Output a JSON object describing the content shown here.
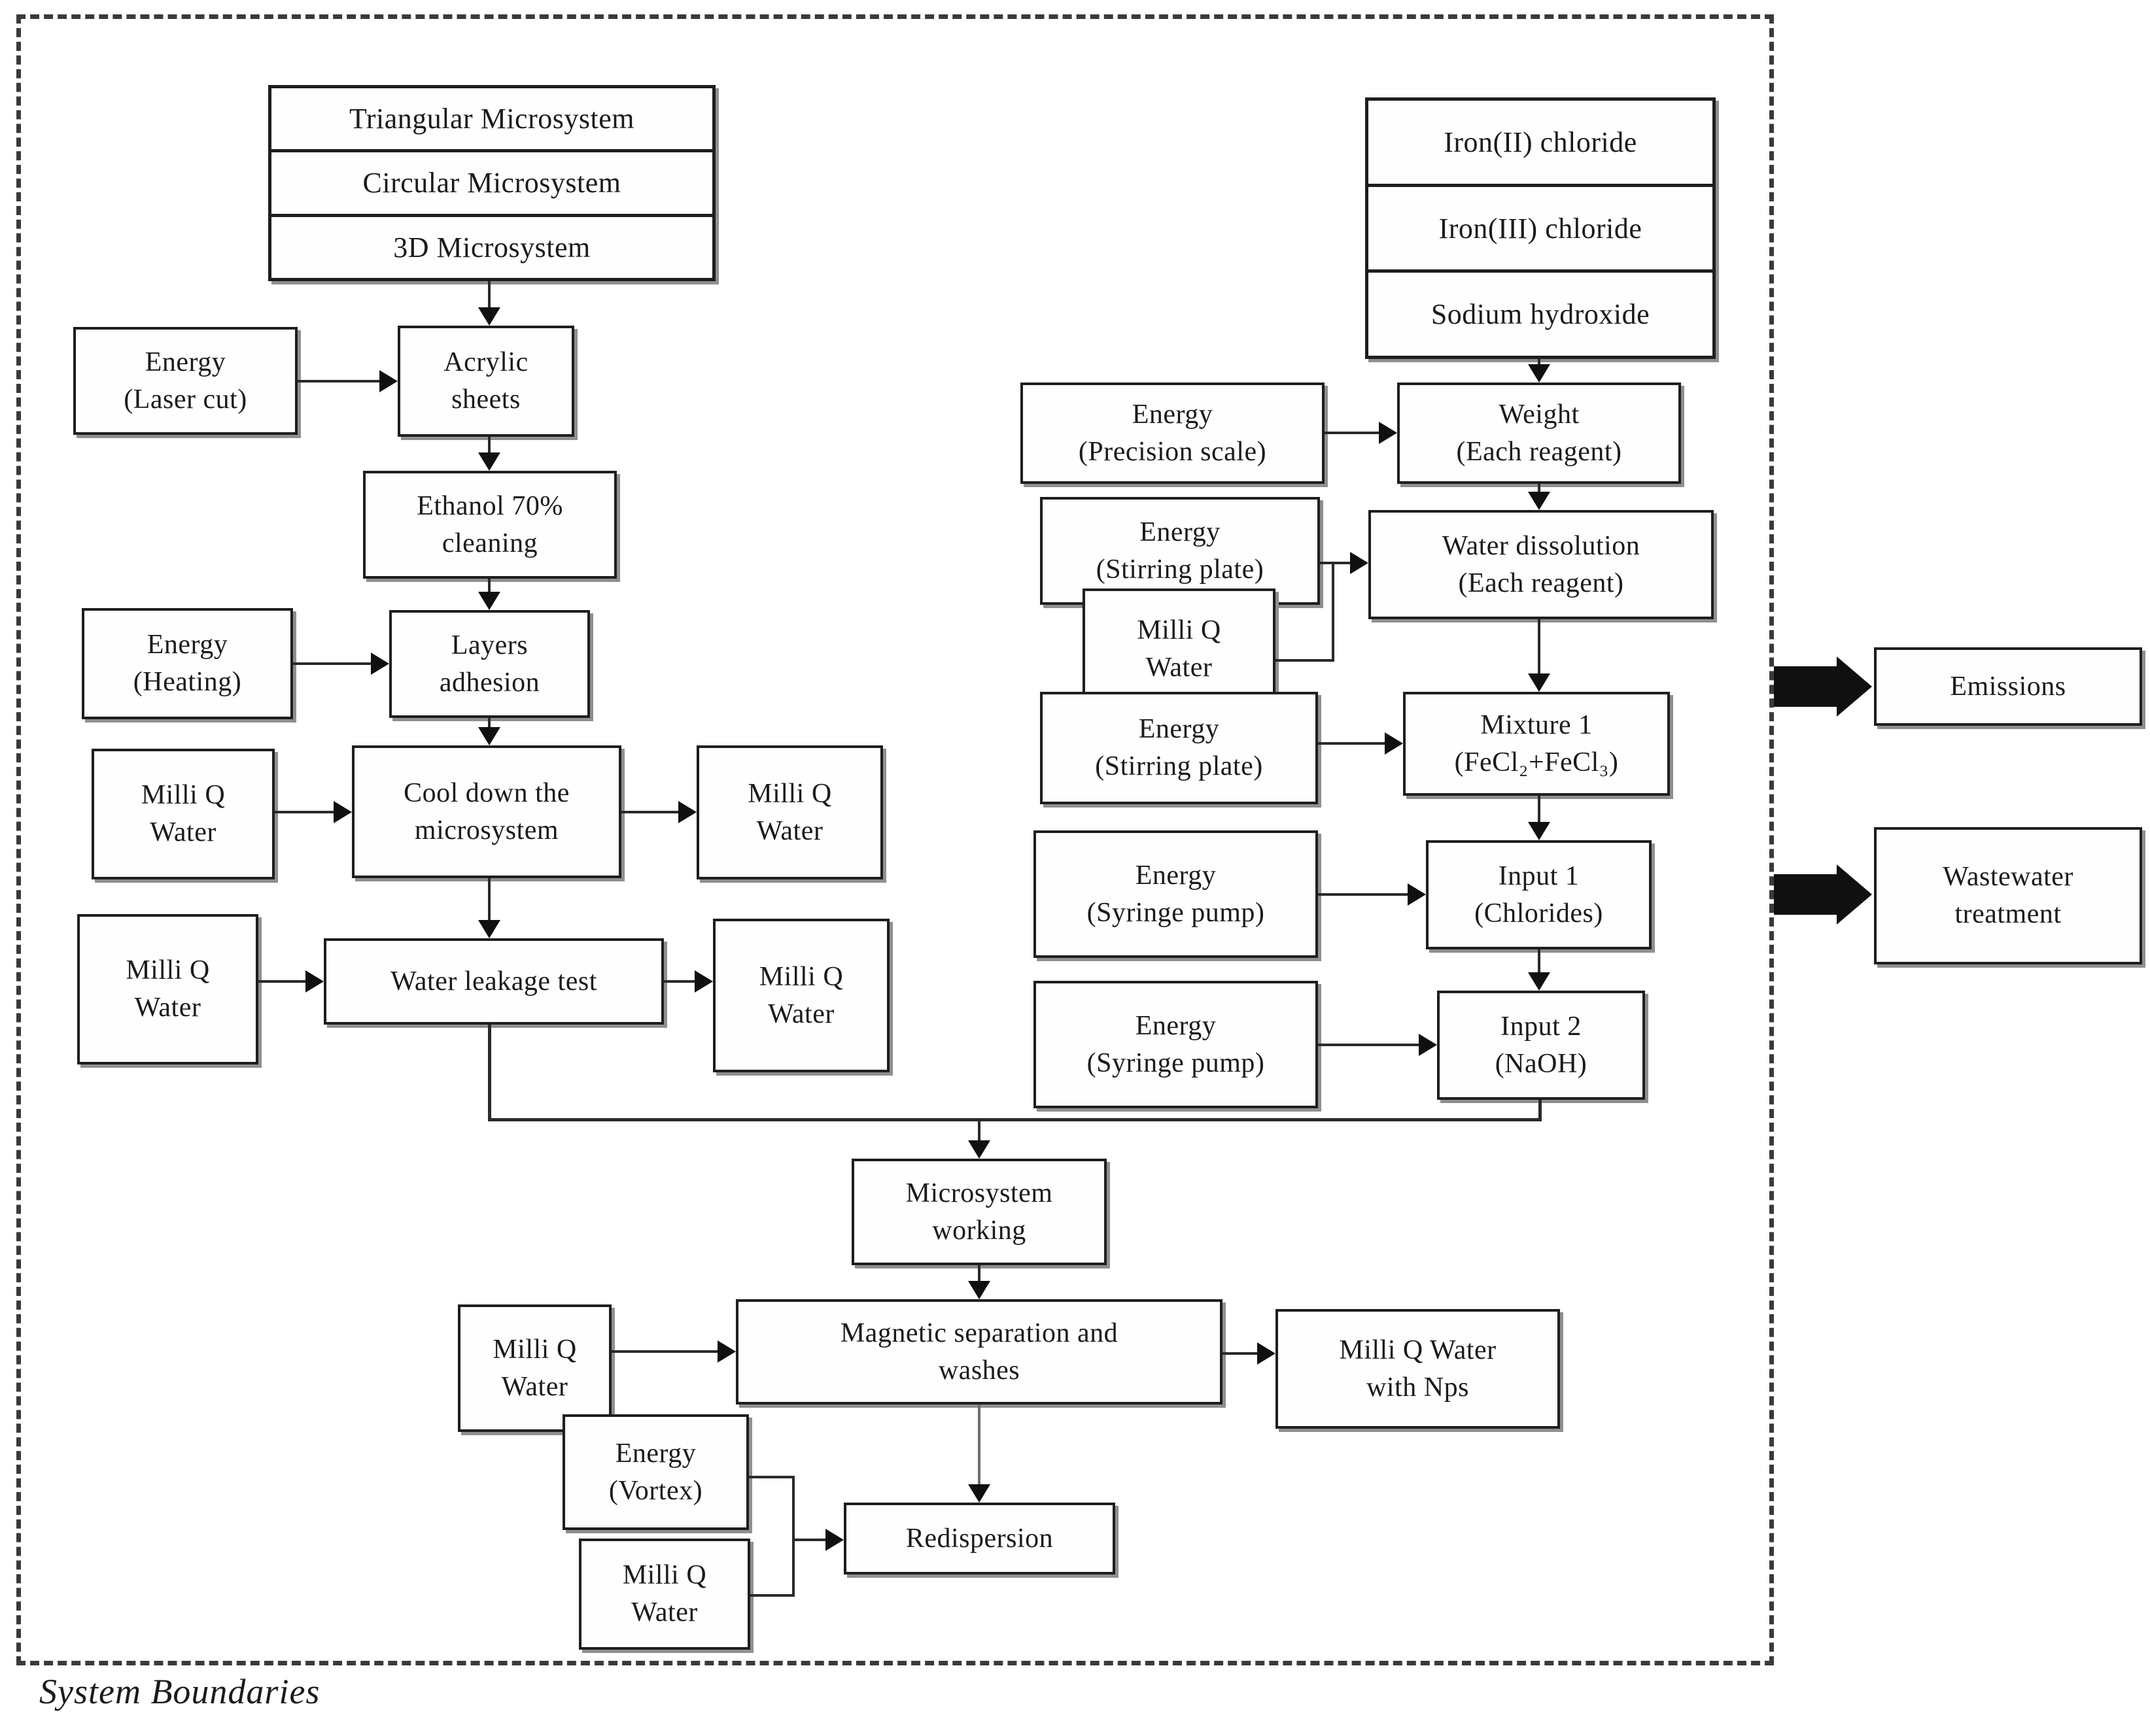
{
  "diagram": {
    "title_label": "System Boundaries",
    "nodes": {
      "triangular": "Triangular Microsystem",
      "circular": "Circular Microsystem",
      "threed": "3D Microsystem",
      "energy_laser": "Energy\n(Laser cut)",
      "acrylic": "Acrylic\nsheets",
      "ethanol": "Ethanol 70%\ncleaning",
      "energy_heating": "Energy\n(Heating)",
      "layers": "Layers\nadhesion",
      "milliq": "Milli Q\nWater",
      "cooldown": "Cool down the\nmicrosystem",
      "leakage": "Water leakage test",
      "iron2": "Iron(II) chloride",
      "iron3": "Iron(III) chloride",
      "naoh": "Sodium hydroxide",
      "energy_precision": "Energy\n(Precision scale)",
      "weight": "Weight\n(Each reagent)",
      "energy_stirring": "Energy\n(Stirring plate)",
      "dissolution": "Water dissolution\n(Each reagent)",
      "mixture1": "Mixture 1\n(FeCl₂+FeCl₃)",
      "energy_syringe": "Energy\n(Syringe pump)",
      "input1": "Input 1\n(Chlorides)",
      "input2": "Input 2\n(NaOH)",
      "microsystem": "Microsystem\nworking",
      "magnetic": "Magnetic separation and\nwashes",
      "milliq_nps": "Milli Q Water\nwith Nps",
      "energy_vortex": "Energy\n(Vortex)",
      "redispersion": "Redispersion",
      "emissions": "Emissions",
      "wastewater": "Wastewater\ntreatment"
    },
    "colors": {
      "line": "#2a2a2a",
      "border": "#1e1e1e",
      "shadow": "#8f8f8f",
      "background": "#ffffff"
    }
  }
}
